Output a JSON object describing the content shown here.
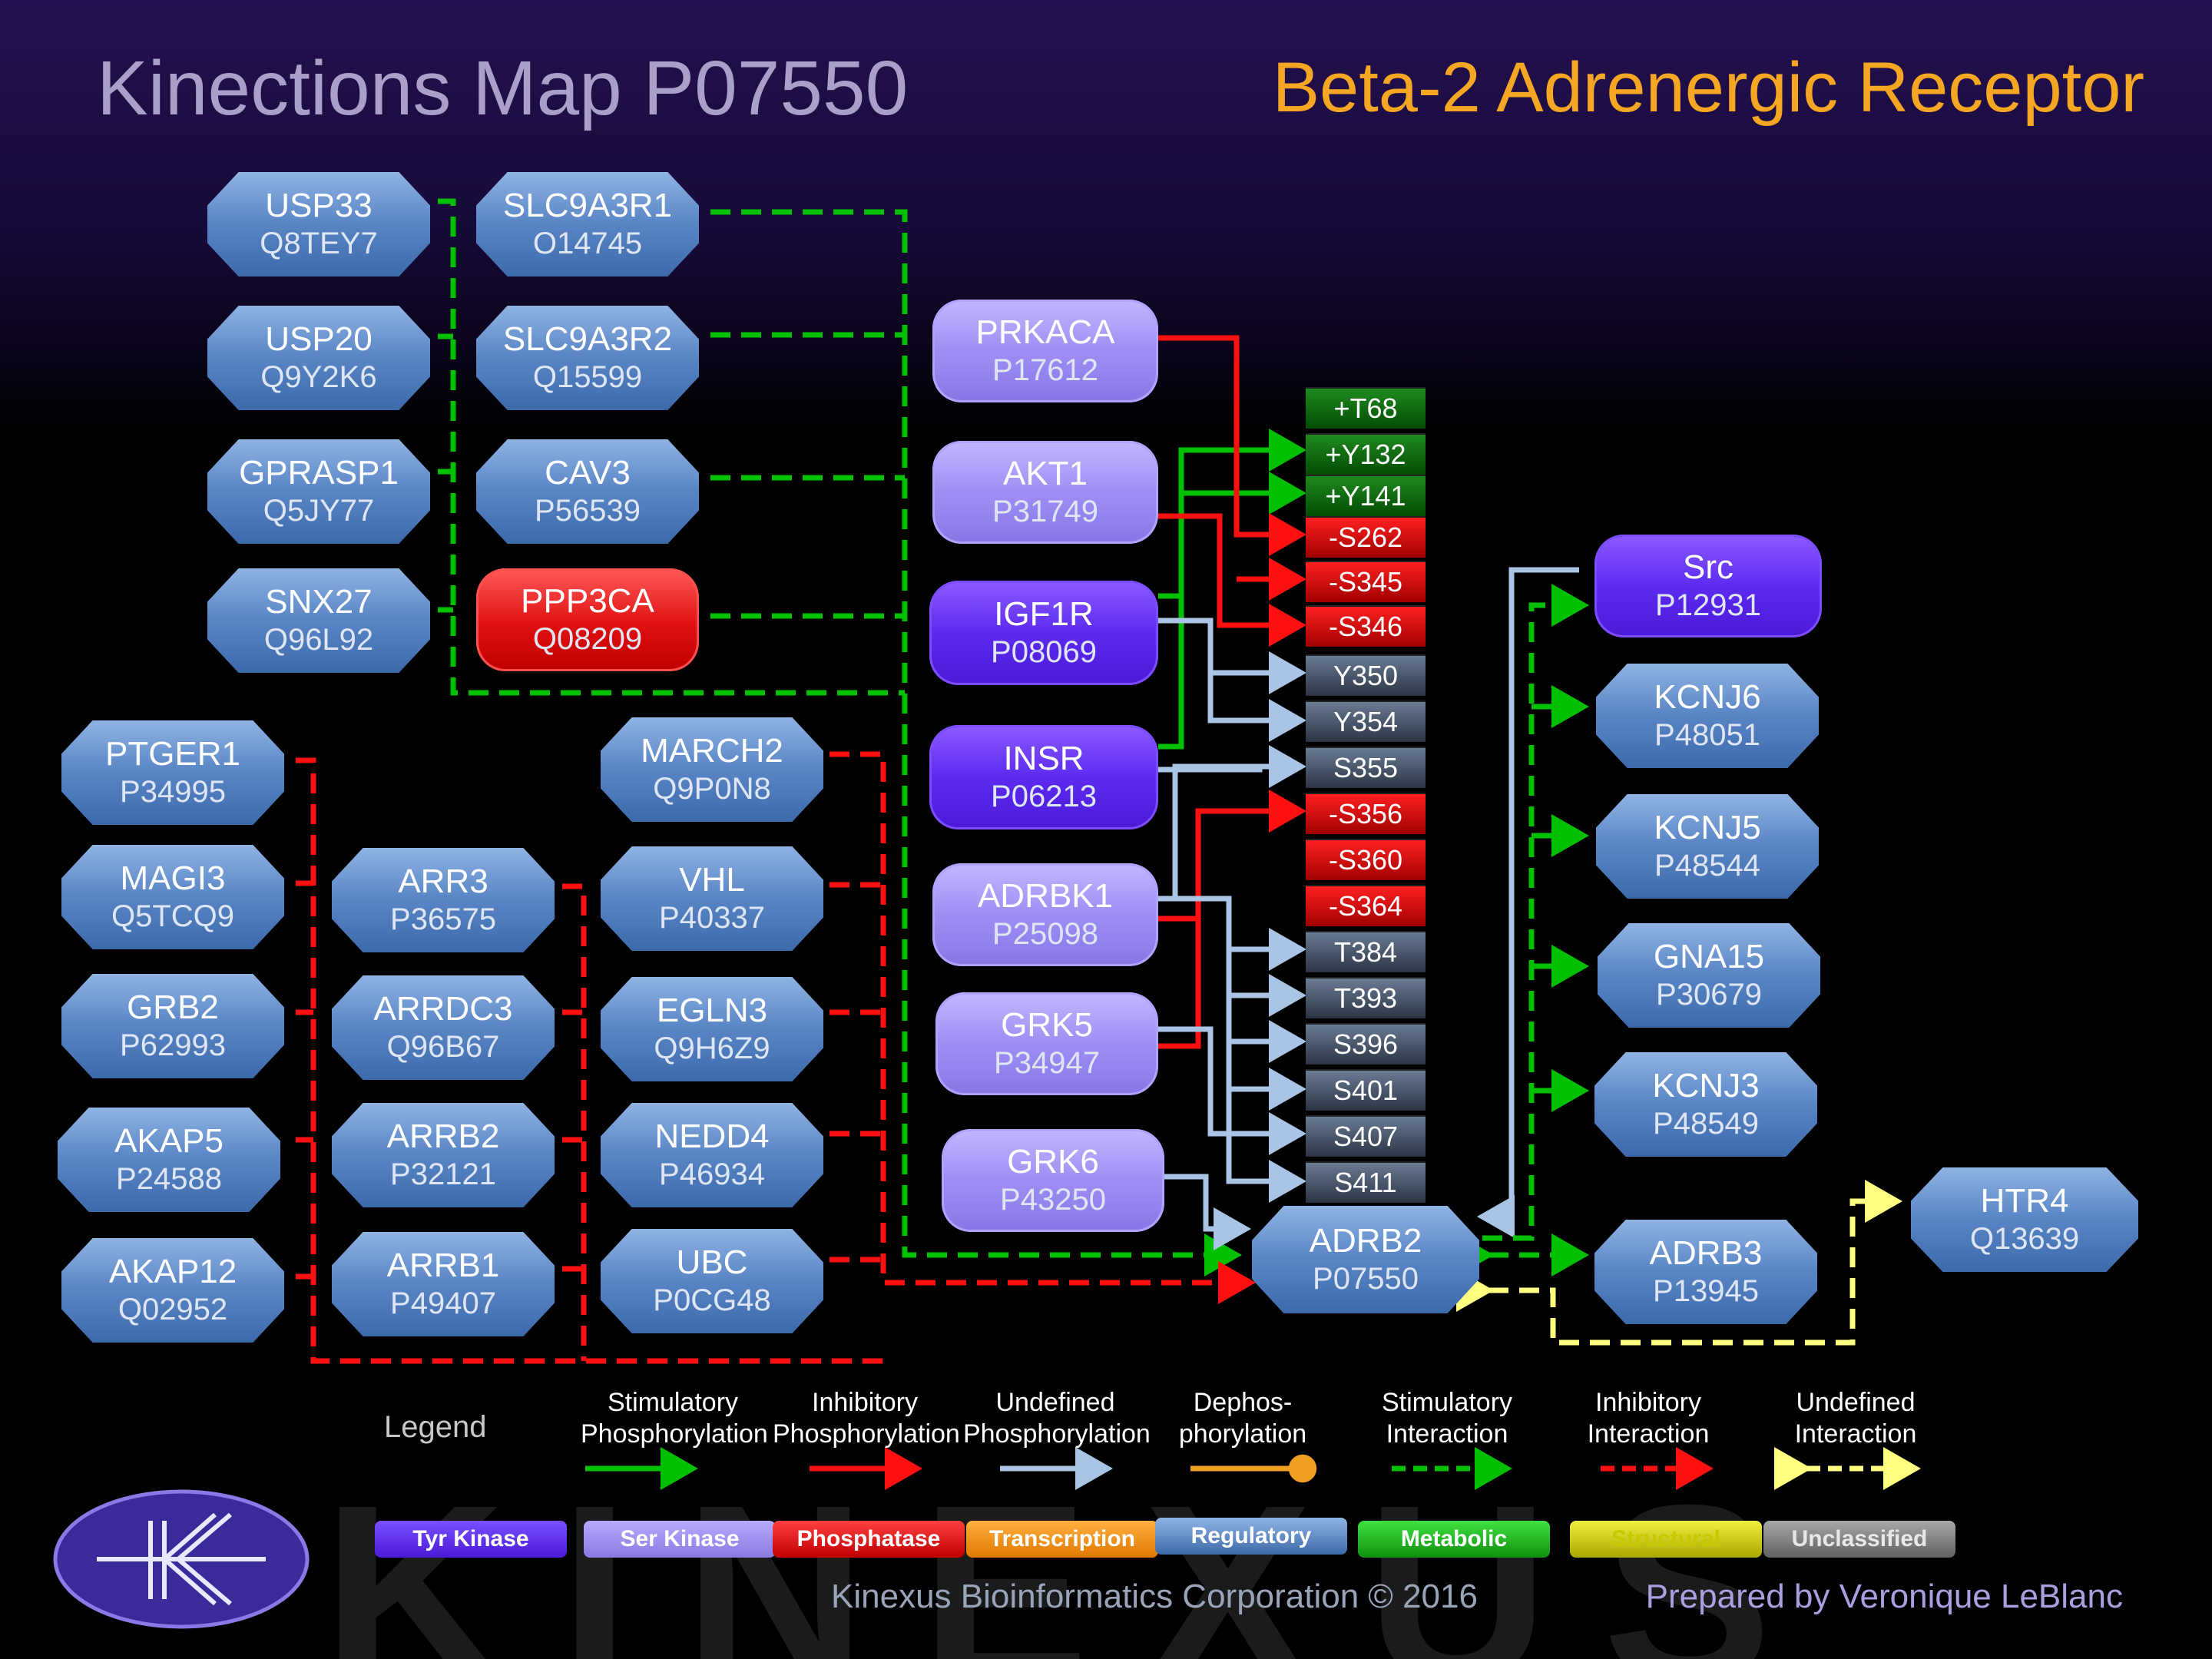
{
  "header": {
    "title": "Kinections Map P07550",
    "protein_name": "Beta-2 Adrenergic Receptor"
  },
  "proteins": {
    "usp33": {
      "name": "USP33",
      "id": "Q8TEY7"
    },
    "usp20": {
      "name": "USP20",
      "id": "Q9Y2K6"
    },
    "gprasp1": {
      "name": "GPRASP1",
      "id": "Q5JY77"
    },
    "snx27": {
      "name": "SNX27",
      "id": "Q96L92"
    },
    "slc9a3r1": {
      "name": "SLC9A3R1",
      "id": "O14745"
    },
    "slc9a3r2": {
      "name": "SLC9A3R2",
      "id": "Q15599"
    },
    "cav3": {
      "name": "CAV3",
      "id": "P56539"
    },
    "ppp3ca": {
      "name": "PPP3CA",
      "id": "Q08209"
    },
    "ptger1": {
      "name": "PTGER1",
      "id": "P34995"
    },
    "magi3": {
      "name": "MAGI3",
      "id": "Q5TCQ9"
    },
    "grb2": {
      "name": "GRB2",
      "id": "P62993"
    },
    "akap5": {
      "name": "AKAP5",
      "id": "P24588"
    },
    "akap12": {
      "name": "AKAP12",
      "id": "Q02952"
    },
    "arr3": {
      "name": "ARR3",
      "id": "P36575"
    },
    "arrdc3": {
      "name": "ARRDC3",
      "id": "Q96B67"
    },
    "arrb2": {
      "name": "ARRB2",
      "id": "P32121"
    },
    "arrb1": {
      "name": "ARRB1",
      "id": "P49407"
    },
    "march2": {
      "name": "MARCH2",
      "id": "Q9P0N8"
    },
    "vhl": {
      "name": "VHL",
      "id": "P40337"
    },
    "egln3": {
      "name": "EGLN3",
      "id": "Q9H6Z9"
    },
    "nedd4": {
      "name": "NEDD4",
      "id": "P46934"
    },
    "ubc": {
      "name": "UBC",
      "id": "P0CG48"
    },
    "prkaca": {
      "name": "PRKACA",
      "id": "P17612"
    },
    "akt1": {
      "name": "AKT1",
      "id": "P31749"
    },
    "igf1r": {
      "name": "IGF1R",
      "id": "P08069"
    },
    "insr": {
      "name": "INSR",
      "id": "P06213"
    },
    "adrbk1": {
      "name": "ADRBK1",
      "id": "P25098"
    },
    "grk5": {
      "name": "GRK5",
      "id": "P34947"
    },
    "grk6": {
      "name": "GRK6",
      "id": "P43250"
    },
    "adrb2": {
      "name": "ADRB2",
      "id": "P07550"
    },
    "src": {
      "name": "Src",
      "id": "P12931"
    },
    "kcnj6": {
      "name": "KCNJ6",
      "id": "P48051"
    },
    "kcnj5": {
      "name": "KCNJ5",
      "id": "P48544"
    },
    "gna15": {
      "name": "GNA15",
      "id": "P30679"
    },
    "kcnj3": {
      "name": "KCNJ3",
      "id": "P48549"
    },
    "adrb3": {
      "name": "ADRB3",
      "id": "P13945"
    },
    "htr4": {
      "name": "HTR4",
      "id": "Q13639"
    }
  },
  "sites": [
    "+T68",
    "+Y132",
    "+Y141",
    "-S262",
    "-S345",
    "-S346",
    "Y350",
    "Y354",
    "S355",
    "-S356",
    "-S360",
    "-S364",
    "T384",
    "T393",
    "S396",
    "S401",
    "S407",
    "S411"
  ],
  "legend": {
    "title": "Legend",
    "items": [
      {
        "line1": "Stimulatory",
        "line2": "Phosphorylation",
        "color": "#00c000"
      },
      {
        "line1": "Inhibitory",
        "line2": "Phosphorylation",
        "color": "#ff1010"
      },
      {
        "line1": "Undefined",
        "line2": "Phosphorylation",
        "color": "#a9c4e4"
      },
      {
        "line1": "Dephos-",
        "line2": "phorylation",
        "color": "#f0a020"
      },
      {
        "line1": "Stimulatory",
        "line2": "Interaction",
        "color": "#00c000"
      },
      {
        "line1": "Inhibitory",
        "line2": "Interaction",
        "color": "#ff1010"
      },
      {
        "line1": "Undefined",
        "line2": "Interaction",
        "color": "#ffff80"
      }
    ],
    "categories": [
      {
        "label": "Tyr Kinase",
        "color": "#5b2bd6"
      },
      {
        "label": "Ser Kinase",
        "color": "#9a8ae8"
      },
      {
        "label": "Phosphatase",
        "color": "#e01010"
      },
      {
        "label": "Transcription",
        "color": "#f08a10"
      },
      {
        "label": "Regulatory",
        "color": "#4a7cc0"
      },
      {
        "label": "Metabolic",
        "color": "#18b018"
      },
      {
        "label": "Structural",
        "color": "#c8c800"
      },
      {
        "label": "Unclassified",
        "color": "#7c7c7c"
      }
    ]
  },
  "watermark": "KINEXUS",
  "footer": {
    "copyright": "Kinexus Bioinformatics Corporation © 2016",
    "credit": "Prepared by Veronique LeBlanc"
  }
}
